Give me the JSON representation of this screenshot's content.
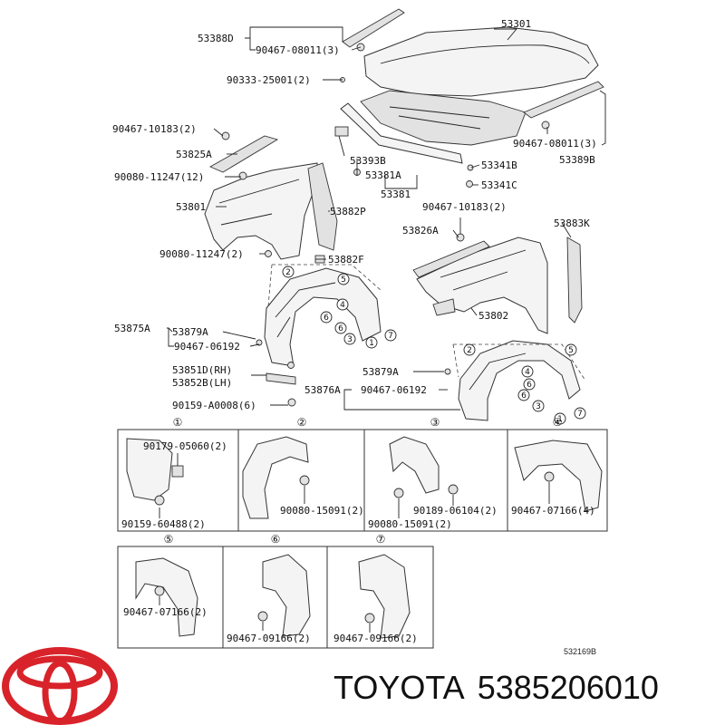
{
  "diagram": {
    "labels": {
      "l53388D": "53388D",
      "l90467_08011a": "90467-08011(3)",
      "l53301": "53301",
      "l90333": "90333-25001(2)",
      "l90467_10183a": "90467-10183(2)",
      "l53825A": "53825A",
      "l90080_11247a": "90080-11247(12)",
      "l53393B": "53393B",
      "l53381A": "53381A",
      "l53381": "53381",
      "l53341B": "53341B",
      "l53341C": "53341C",
      "l90467_08011b": "90467-08011(3)",
      "l53389B": "53389B",
      "l53801": "53801",
      "l53882P": "53882P",
      "l90467_10183b": "90467-10183(2)",
      "l53826A": "53826A",
      "l53883K": "53883K",
      "l90080_11247b": "90080-11247(2)",
      "l53882F": "53882F",
      "l53802": "53802",
      "l53875A": "53875A",
      "l53879Aa": "53879A",
      "l90467_06192a": "90467-06192",
      "l53851D": "53851D(RH)",
      "l53852B": "53852B(LH)",
      "l53879Ab": "53879A",
      "l53876A": "53876A",
      "l90467_06192b": "90467-06192",
      "l90159_A0008": "90159-A0008(6)"
    },
    "detail_numbers": [
      "①",
      "②",
      "③",
      "④",
      "⑤",
      "⑥",
      "⑦"
    ],
    "detail_labels": {
      "d1a": "90179-05060(2)",
      "d1b": "90159-60488(2)",
      "d2a": "90080-15091(2)",
      "d3a": "90189-06104(2)",
      "d3b": "90080-15091(2)",
      "d4a": "90467-07166(4)",
      "d5a": "90467-07166(2)",
      "d6a": "90467-09166(2)",
      "d7a": "90467-09166(2)"
    },
    "figure_code": "532169B"
  },
  "brand": {
    "name": "TOYOTA",
    "part_number": "5385206010",
    "logo_color": "#d8232a"
  }
}
